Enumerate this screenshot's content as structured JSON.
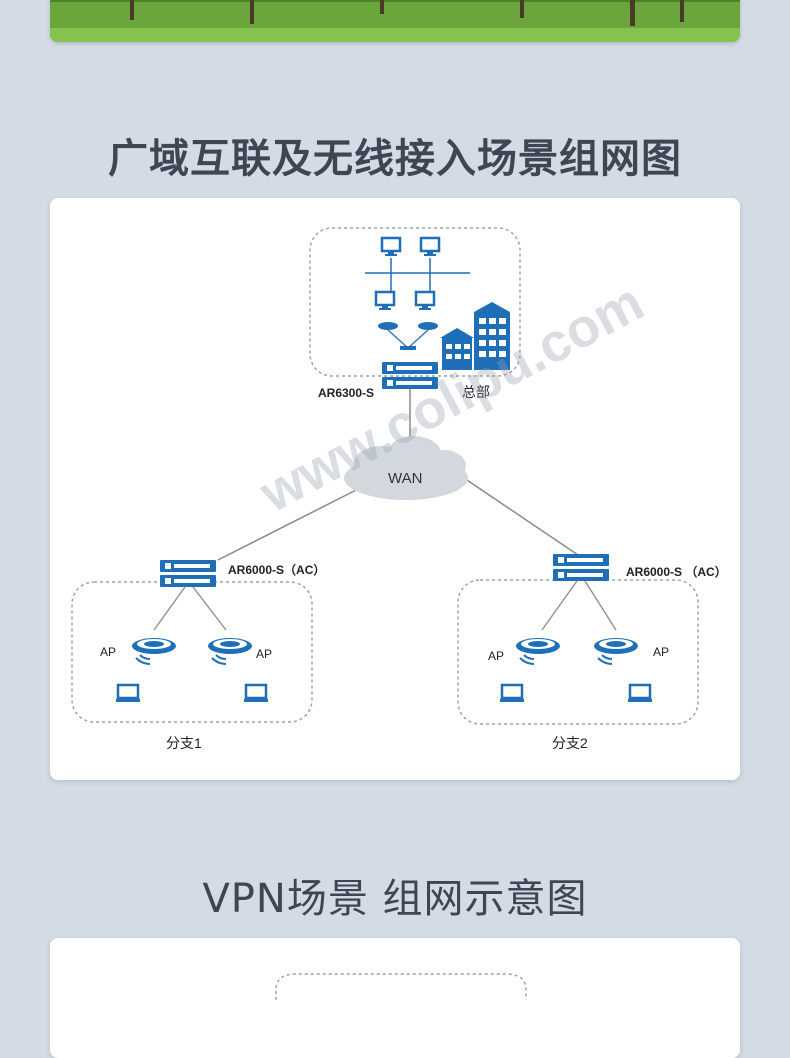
{
  "titles": {
    "section1": "广域互联及无线接入场景组网图",
    "section2": "VPN场景 组网示意图"
  },
  "diagram": {
    "hq_router_label": "AR6300-S",
    "hq_label": "总部",
    "wan_label": "WAN",
    "branch1_router_label": "AR6000-S（AC）",
    "branch2_router_label": "AR6000-S （AC）",
    "ap_label": "AP",
    "branch1_label": "分支1",
    "branch2_label": "分支2"
  },
  "watermark": "www.colipu.com",
  "colors": {
    "device_blue": "#1f6fb8",
    "line_gray": "#8a8a8a",
    "dashed_border": "#9aa3ad",
    "title_text": "#3d4652"
  }
}
